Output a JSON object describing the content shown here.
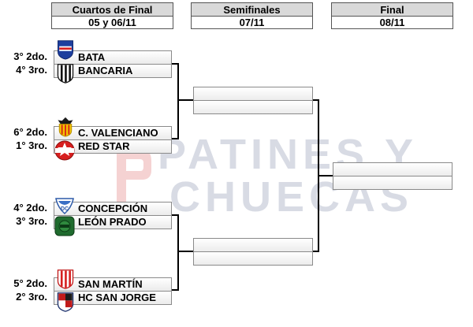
{
  "headers": {
    "quarterfinals": {
      "title": "Cuartos de Final",
      "date": "05 y 06/11"
    },
    "semifinals": {
      "title": "Semifinales",
      "date": "07/11"
    },
    "final": {
      "title": "Final",
      "date": "08/11"
    }
  },
  "watermark": {
    "line1": "PATINES Y",
    "line2": "CHUECAS"
  },
  "matches": [
    {
      "team1": {
        "seed": "3° 2do.",
        "name": "BATA",
        "logo": "bata-crest-icon"
      },
      "team2": {
        "seed": "4° 3ro.",
        "name": "BANCARIA",
        "logo": "bancaria-crest-icon"
      }
    },
    {
      "team1": {
        "seed": "6° 2do.",
        "name": "C. VALENCIANO",
        "logo": "valenciano-bat-crest-icon"
      },
      "team2": {
        "seed": "1° 3ro.",
        "name": "RED STAR",
        "logo": "red-star-crest-icon"
      }
    },
    {
      "team1": {
        "seed": "4° 2do.",
        "name": "CONCEPCIÓN",
        "logo": "concepcion-crest-icon"
      },
      "team2": {
        "seed": "3° 3ro.",
        "name": "LEÓN PRADO",
        "logo": "leon-prado-crest-icon"
      }
    },
    {
      "team1": {
        "seed": "5° 2do.",
        "name": "SAN MARTÍN",
        "logo": "san-martin-crest-icon"
      },
      "team2": {
        "seed": "2° 3ro.",
        "name": "HC SAN JORGE",
        "logo": "san-jorge-crest-icon"
      }
    }
  ],
  "colors": {
    "header_bg": "#d9d9d9",
    "line": "#000000",
    "watermark": "#d8dbe4",
    "watermark_accent": "#f3c9c9"
  }
}
